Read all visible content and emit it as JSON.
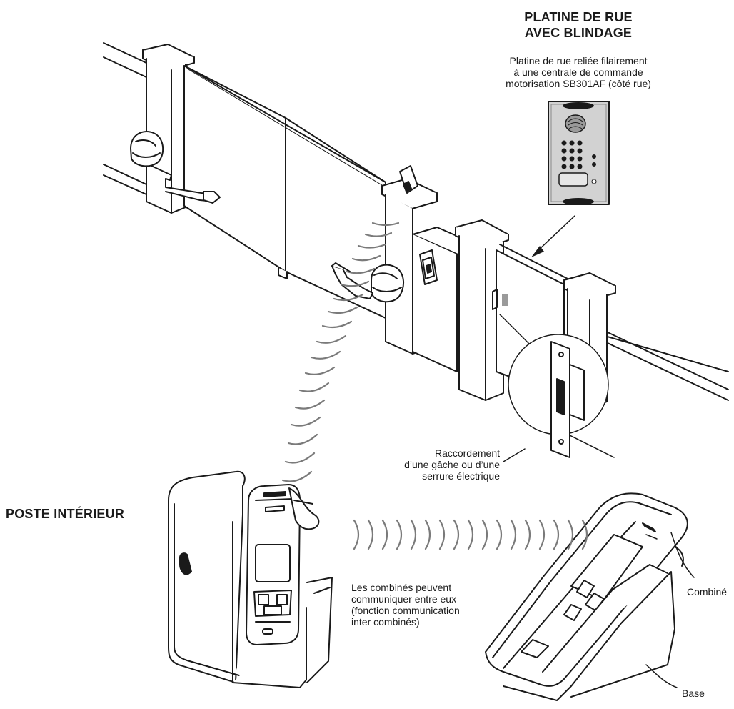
{
  "labels": {
    "street_panel_title": [
      "PLATINE DE RUE",
      "AVEC BLINDAGE"
    ],
    "street_panel_desc": [
      "Platine de rue reliée filairement",
      "à une centrale de commande",
      "motorisation SB301AF (côté rue)"
    ],
    "strike_desc": [
      "Raccordement",
      "d’une gâche ou d’une",
      "serrure électrique"
    ],
    "indoor_title": "POSTE INTÉRIEUR",
    "handsets_desc": [
      "Les combinés peuvent",
      "communiquer entre eux",
      "(fonction communication",
      "inter combinés)"
    ],
    "handset_label": "Combiné",
    "base_label": "Base"
  },
  "colors": {
    "line": "#1a1a1a",
    "wave": "#7a7a7a",
    "panel": "#cfcfcf"
  }
}
